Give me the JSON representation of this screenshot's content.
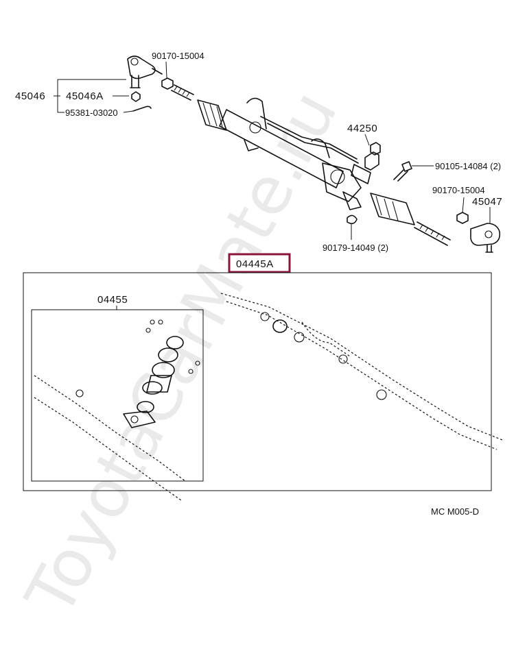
{
  "watermark": "ToyotaCarMate.ru",
  "callouts": {
    "p_90170_top": "90170-15004",
    "p_45046": "45046",
    "p_45046A": "45046A",
    "p_95381": "95381-03020",
    "p_44250": "44250",
    "p_90105": "90105-14084 (2)",
    "p_90170_right": "90170-15004",
    "p_45047": "45047",
    "p_90179": "90179-14049 (2)",
    "p_04445A": "04445A",
    "p_04455": "04455"
  },
  "diagram_code": "MC  M005-D",
  "colors": {
    "highlight_box": "#8b1538",
    "ink": "#111111"
  }
}
